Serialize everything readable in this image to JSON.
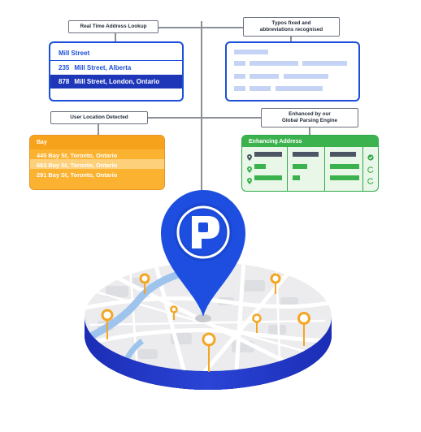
{
  "labels": {
    "realtime": "Real Time Address Lookup",
    "typos_line1": "Typos fixed and",
    "typos_line2": "abbreviations recognised",
    "user_location": "User Location Detected",
    "enhanced_line1": "Enhanced by our",
    "enhanced_line2": "Global Parsing Engine"
  },
  "realtime_card": {
    "query": "Mill Street",
    "results": [
      {
        "number": "235",
        "address": "Mill Street, Alberta"
      },
      {
        "number": "878",
        "address": "Mill Street, London, Ontario"
      }
    ]
  },
  "location_card": {
    "query": "Bay",
    "results": [
      "445 Bay St, Toronto, Ontario",
      "663 Bay St, Toronto, Ontario",
      "291 Bay St, Toronto, Ontario"
    ]
  },
  "enhancing_card": {
    "title": "Enhancing Address"
  },
  "colors": {
    "blue": "#1c4fd9",
    "orange": "#fbb230",
    "green": "#3cb24e",
    "pin": "#1d4ee0"
  },
  "icons": [
    "map-pin-icon",
    "check-icon",
    "radio-icon",
    "logo-p-icon"
  ]
}
